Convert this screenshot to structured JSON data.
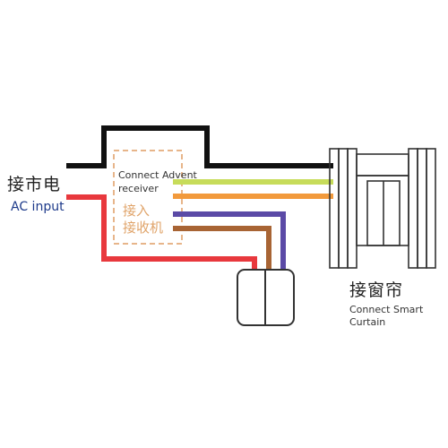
{
  "labels": {
    "ac_cn": "接市电",
    "ac_en": "AC input",
    "receiver_en_1": "Connect Advent",
    "receiver_en_2": "receiver",
    "receiver_cn_1": "接入",
    "receiver_cn_2": "接收机",
    "curtain_cn": "接窗帘",
    "curtain_en_1": "Connect Smart",
    "curtain_en_2": "Curtain"
  },
  "colors": {
    "black_wire": "#111111",
    "red_wire": "#e8383d",
    "yellow_wire": "#c7dc5a",
    "orange_wire": "#f29a3c",
    "purple_wire": "#5b4aa6",
    "brown_wire": "#a86434",
    "receiver_box": "#e7b58a",
    "outline": "#333333"
  }
}
